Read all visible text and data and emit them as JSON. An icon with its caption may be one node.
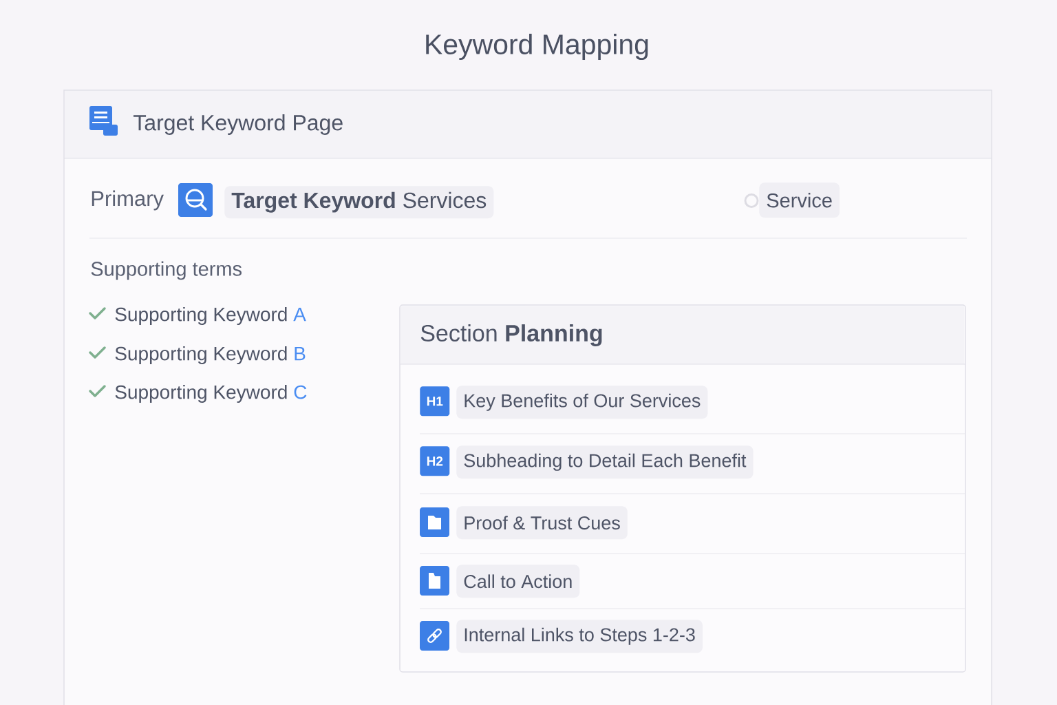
{
  "diagram": {
    "title": "Keyword Mapping",
    "nodes": [
      {
        "text": [
          "Target Keyword Page"
        ]
      },
      {
        "text": [
          "**Target Keyword** Services"
        ],
        "in": 0
      },
      {
        "text": [
          "Service"
        ],
        "in": 0
      },
      {
        "text": [
          "Section **Planning**"
        ],
        "in": 0
      },
      {
        "text": [
          "H1"
        ],
        "in": 3
      },
      {
        "text": [
          "Key Benefits of Our Services"
        ],
        "in": 3
      },
      {
        "text": [
          "H2"
        ],
        "in": 3
      },
      {
        "text": [
          "Subheading to Detail Each Benefit"
        ],
        "in": 3
      },
      {
        "text": [
          "Proof & Trust Cues"
        ],
        "in": 3
      },
      {
        "text": [
          "Call to Action"
        ],
        "in": 3
      },
      {
        "text": [
          "Internal Links to Steps 1-2-3"
        ],
        "in": 3
      }
    ],
    "labels": [
      "Primary",
      "Supporting terms",
      "Supporting Keyword A",
      "Supporting Keyword B",
      "Supporting Keyword C"
    ]
  }
}
